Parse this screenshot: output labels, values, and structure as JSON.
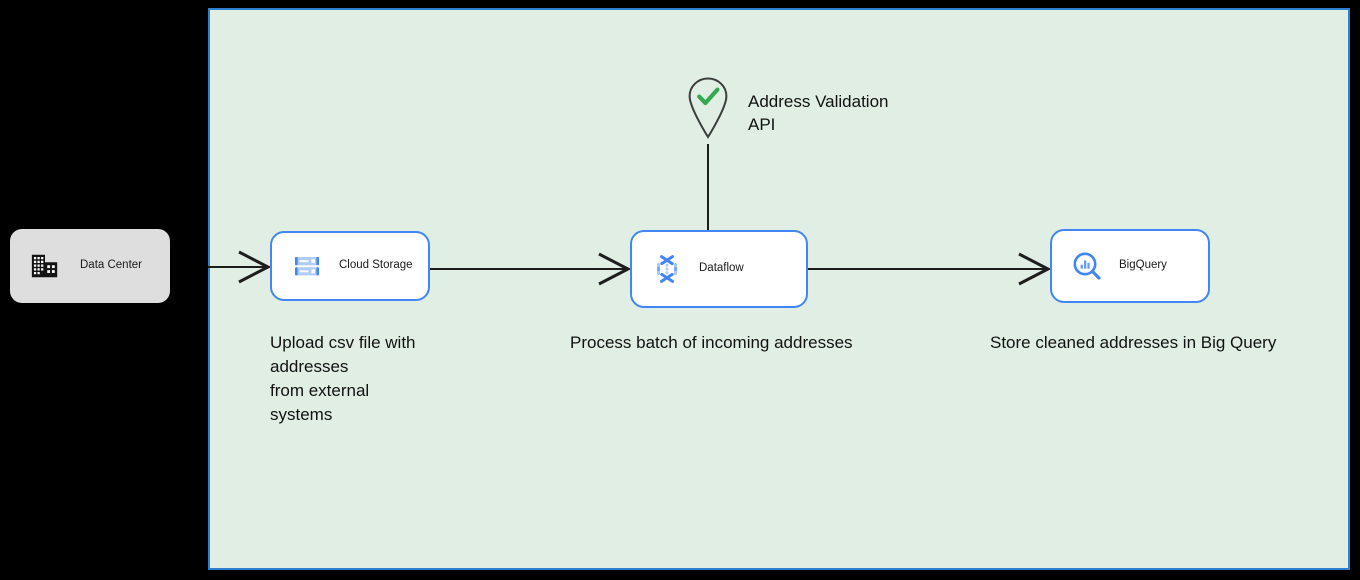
{
  "canvas": {
    "background_color": "#e0eee3",
    "border_color": "#2f7fd1"
  },
  "nodes": [
    {
      "id": "datacenter",
      "label": "Data Center",
      "icon": "data-center-building-icon",
      "style": "on-premise-grey",
      "fill": "#dededf"
    },
    {
      "id": "cloudstorage",
      "label": "Cloud Storage",
      "icon": "cloud-storage-icon",
      "style": "gcp-card",
      "fill": "#ffffff",
      "border": "#4285f4"
    },
    {
      "id": "dataflow",
      "label": "Dataflow",
      "icon": "dataflow-icon",
      "style": "gcp-card",
      "fill": "#ffffff",
      "border": "#4285f4"
    },
    {
      "id": "bigquery",
      "label": "BigQuery",
      "icon": "bigquery-icon",
      "style": "gcp-card",
      "fill": "#ffffff",
      "border": "#4285f4"
    }
  ],
  "external_service": {
    "label": "Address Validation\nAPI",
    "icon": "map-pin-check-icon",
    "check_color": "#34a853",
    "pin_color": "#3c3c3c"
  },
  "captions": {
    "upload": "Upload csv file with\naddresses\nfrom external\nsystems",
    "process": "Process batch of incoming addresses",
    "store": "Store cleaned addresses in Big Query"
  },
  "edges": [
    {
      "from": "datacenter",
      "to": "cloudstorage",
      "arrow": "open-arrow"
    },
    {
      "from": "cloudstorage",
      "to": "dataflow",
      "arrow": "open-arrow"
    },
    {
      "from": "dataflow",
      "to": "bigquery",
      "arrow": "open-arrow"
    },
    {
      "from": "address-validation-api",
      "to": "dataflow",
      "arrow": "none"
    }
  ]
}
